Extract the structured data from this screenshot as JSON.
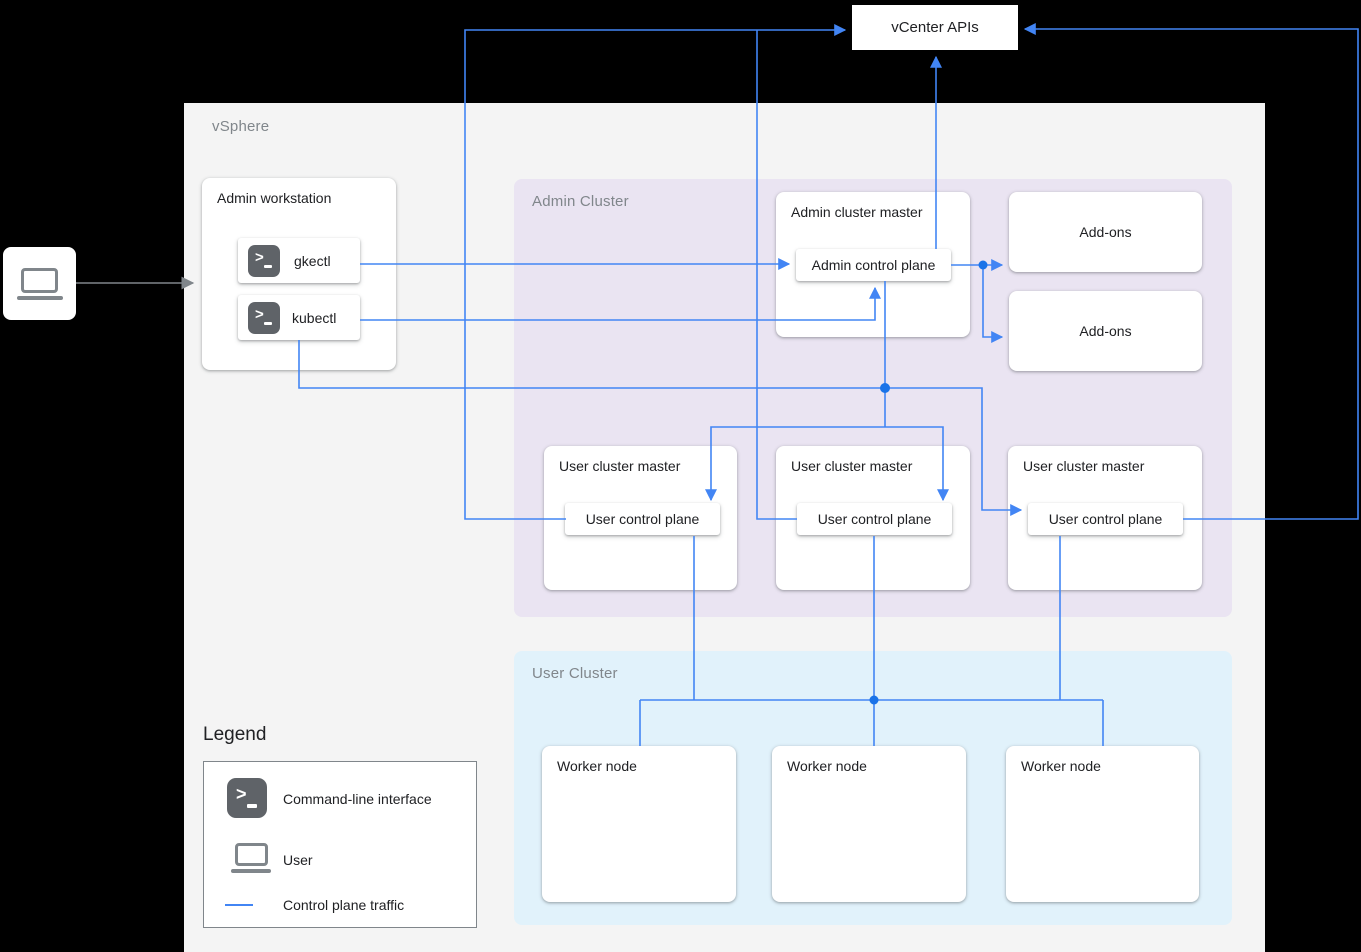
{
  "vcenter": {
    "label": "vCenter APIs"
  },
  "vsphere": {
    "label": "vSphere",
    "admin_workstation": {
      "label": "Admin workstation",
      "tools": [
        {
          "icon": "terminal-icon",
          "label": "gkectl"
        },
        {
          "icon": "terminal-icon",
          "label": "kubectl"
        }
      ]
    },
    "admin_cluster": {
      "label": "Admin Cluster",
      "admin_cluster_master": {
        "label": "Admin cluster master",
        "control_plane": "Admin control plane"
      },
      "addons": [
        {
          "label": "Add-ons"
        },
        {
          "label": "Add-ons"
        }
      ],
      "user_cluster_masters": [
        {
          "label": "User cluster master",
          "control_plane": "User control plane"
        },
        {
          "label": "User cluster master",
          "control_plane": "User control plane"
        },
        {
          "label": "User cluster master",
          "control_plane": "User control plane"
        }
      ]
    },
    "user_cluster": {
      "label": "User Cluster",
      "worker_nodes": [
        {
          "label": "Worker node"
        },
        {
          "label": "Worker node"
        },
        {
          "label": "Worker node"
        }
      ]
    }
  },
  "legend": {
    "title": "Legend",
    "items": [
      {
        "icon": "terminal-icon",
        "label": "Command-line interface"
      },
      {
        "icon": "laptop-icon",
        "label": "User"
      },
      {
        "icon": "control-plane-traffic-line",
        "label": "Control plane traffic"
      }
    ]
  },
  "colors": {
    "traffic_line_blue": "#4285f4",
    "junction_dot_blue": "#1a73e8",
    "vsphere_bg": "#f4f4f4",
    "admin_cluster_bg": "#eae4f2",
    "user_cluster_bg": "#e1f2fb",
    "terminal_icon_bg": "#5f6368",
    "laptop_icon_gray": "#80868b",
    "outer_bg": "#000000"
  }
}
